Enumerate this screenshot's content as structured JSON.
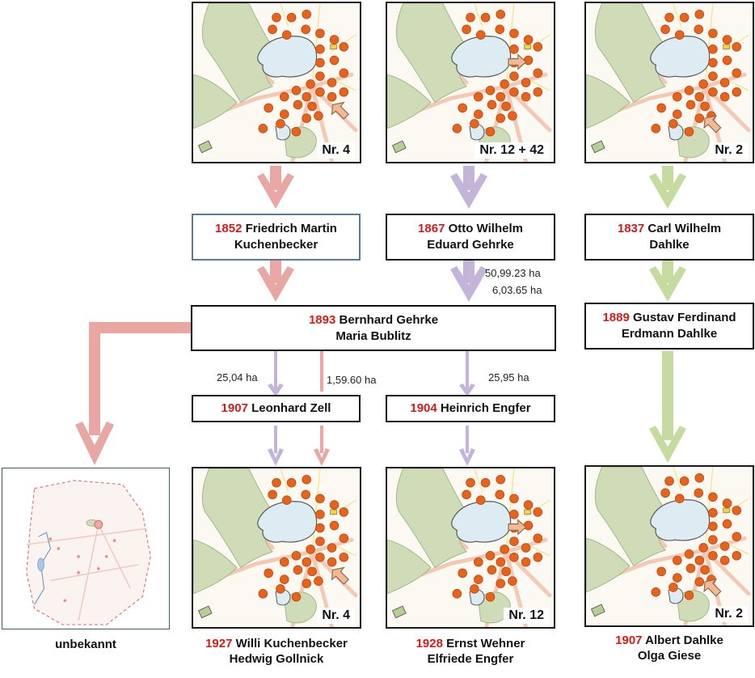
{
  "colors": {
    "red_arrow": "#e8a7a3",
    "purple_arrow": "#c3b5d9",
    "green_arrow": "#c6dba0",
    "year": "#d51a1a",
    "dot": "#e8621c",
    "water": "#dcecf2",
    "forest": "#cfdcb7"
  },
  "maps": [
    {
      "label": "Nr. 4"
    },
    {
      "label": "Nr. 12 + 42"
    },
    {
      "label": "Nr. 2"
    },
    {
      "label": "Nr. 4"
    },
    {
      "label": "Nr. 12"
    },
    {
      "label": "Nr. 2"
    }
  ],
  "owners": {
    "friedrich": {
      "year": "1852",
      "line1": "Friedrich Martin",
      "line2": "Kuchenbecker"
    },
    "otto": {
      "year": "1867",
      "line1": "Otto Wilhelm",
      "line2": "Eduard Gehrke"
    },
    "carl": {
      "year": "1837",
      "line1": "Carl Wilhelm",
      "line2": "Dahlke"
    },
    "bernhard": {
      "year": "1893",
      "line1": "Bernhard Gehrke",
      "line2": "Maria Bublitz"
    },
    "gustav": {
      "year": "1889",
      "line1": "Gustav Ferdinand",
      "line2": "Erdmann Dahlke"
    },
    "leonhard": {
      "year": "1907",
      "line1": "Leonhard Zell"
    },
    "heinrich": {
      "year": "1904",
      "line1": "Heinrich Engfer"
    }
  },
  "areas": {
    "otto_a": "50,99.23 ha",
    "otto_b": "6,03.65 ha",
    "left_purple": "25,04 ha",
    "left_red": "1,59.60 ha",
    "mid_purple": "25,95 ha"
  },
  "final_owners": {
    "unknown": "unbekannt",
    "willi": {
      "year": "1927",
      "line1": "Willi Kuchenbecker",
      "line2": "Hedwig Gollnick"
    },
    "ernst": {
      "year": "1928",
      "line1": "Ernst Wehner",
      "line2": "Elfriede Engfer"
    },
    "albert": {
      "year": "1907",
      "line1": "Albert Dahlke",
      "line2": "Olga Giese"
    }
  }
}
